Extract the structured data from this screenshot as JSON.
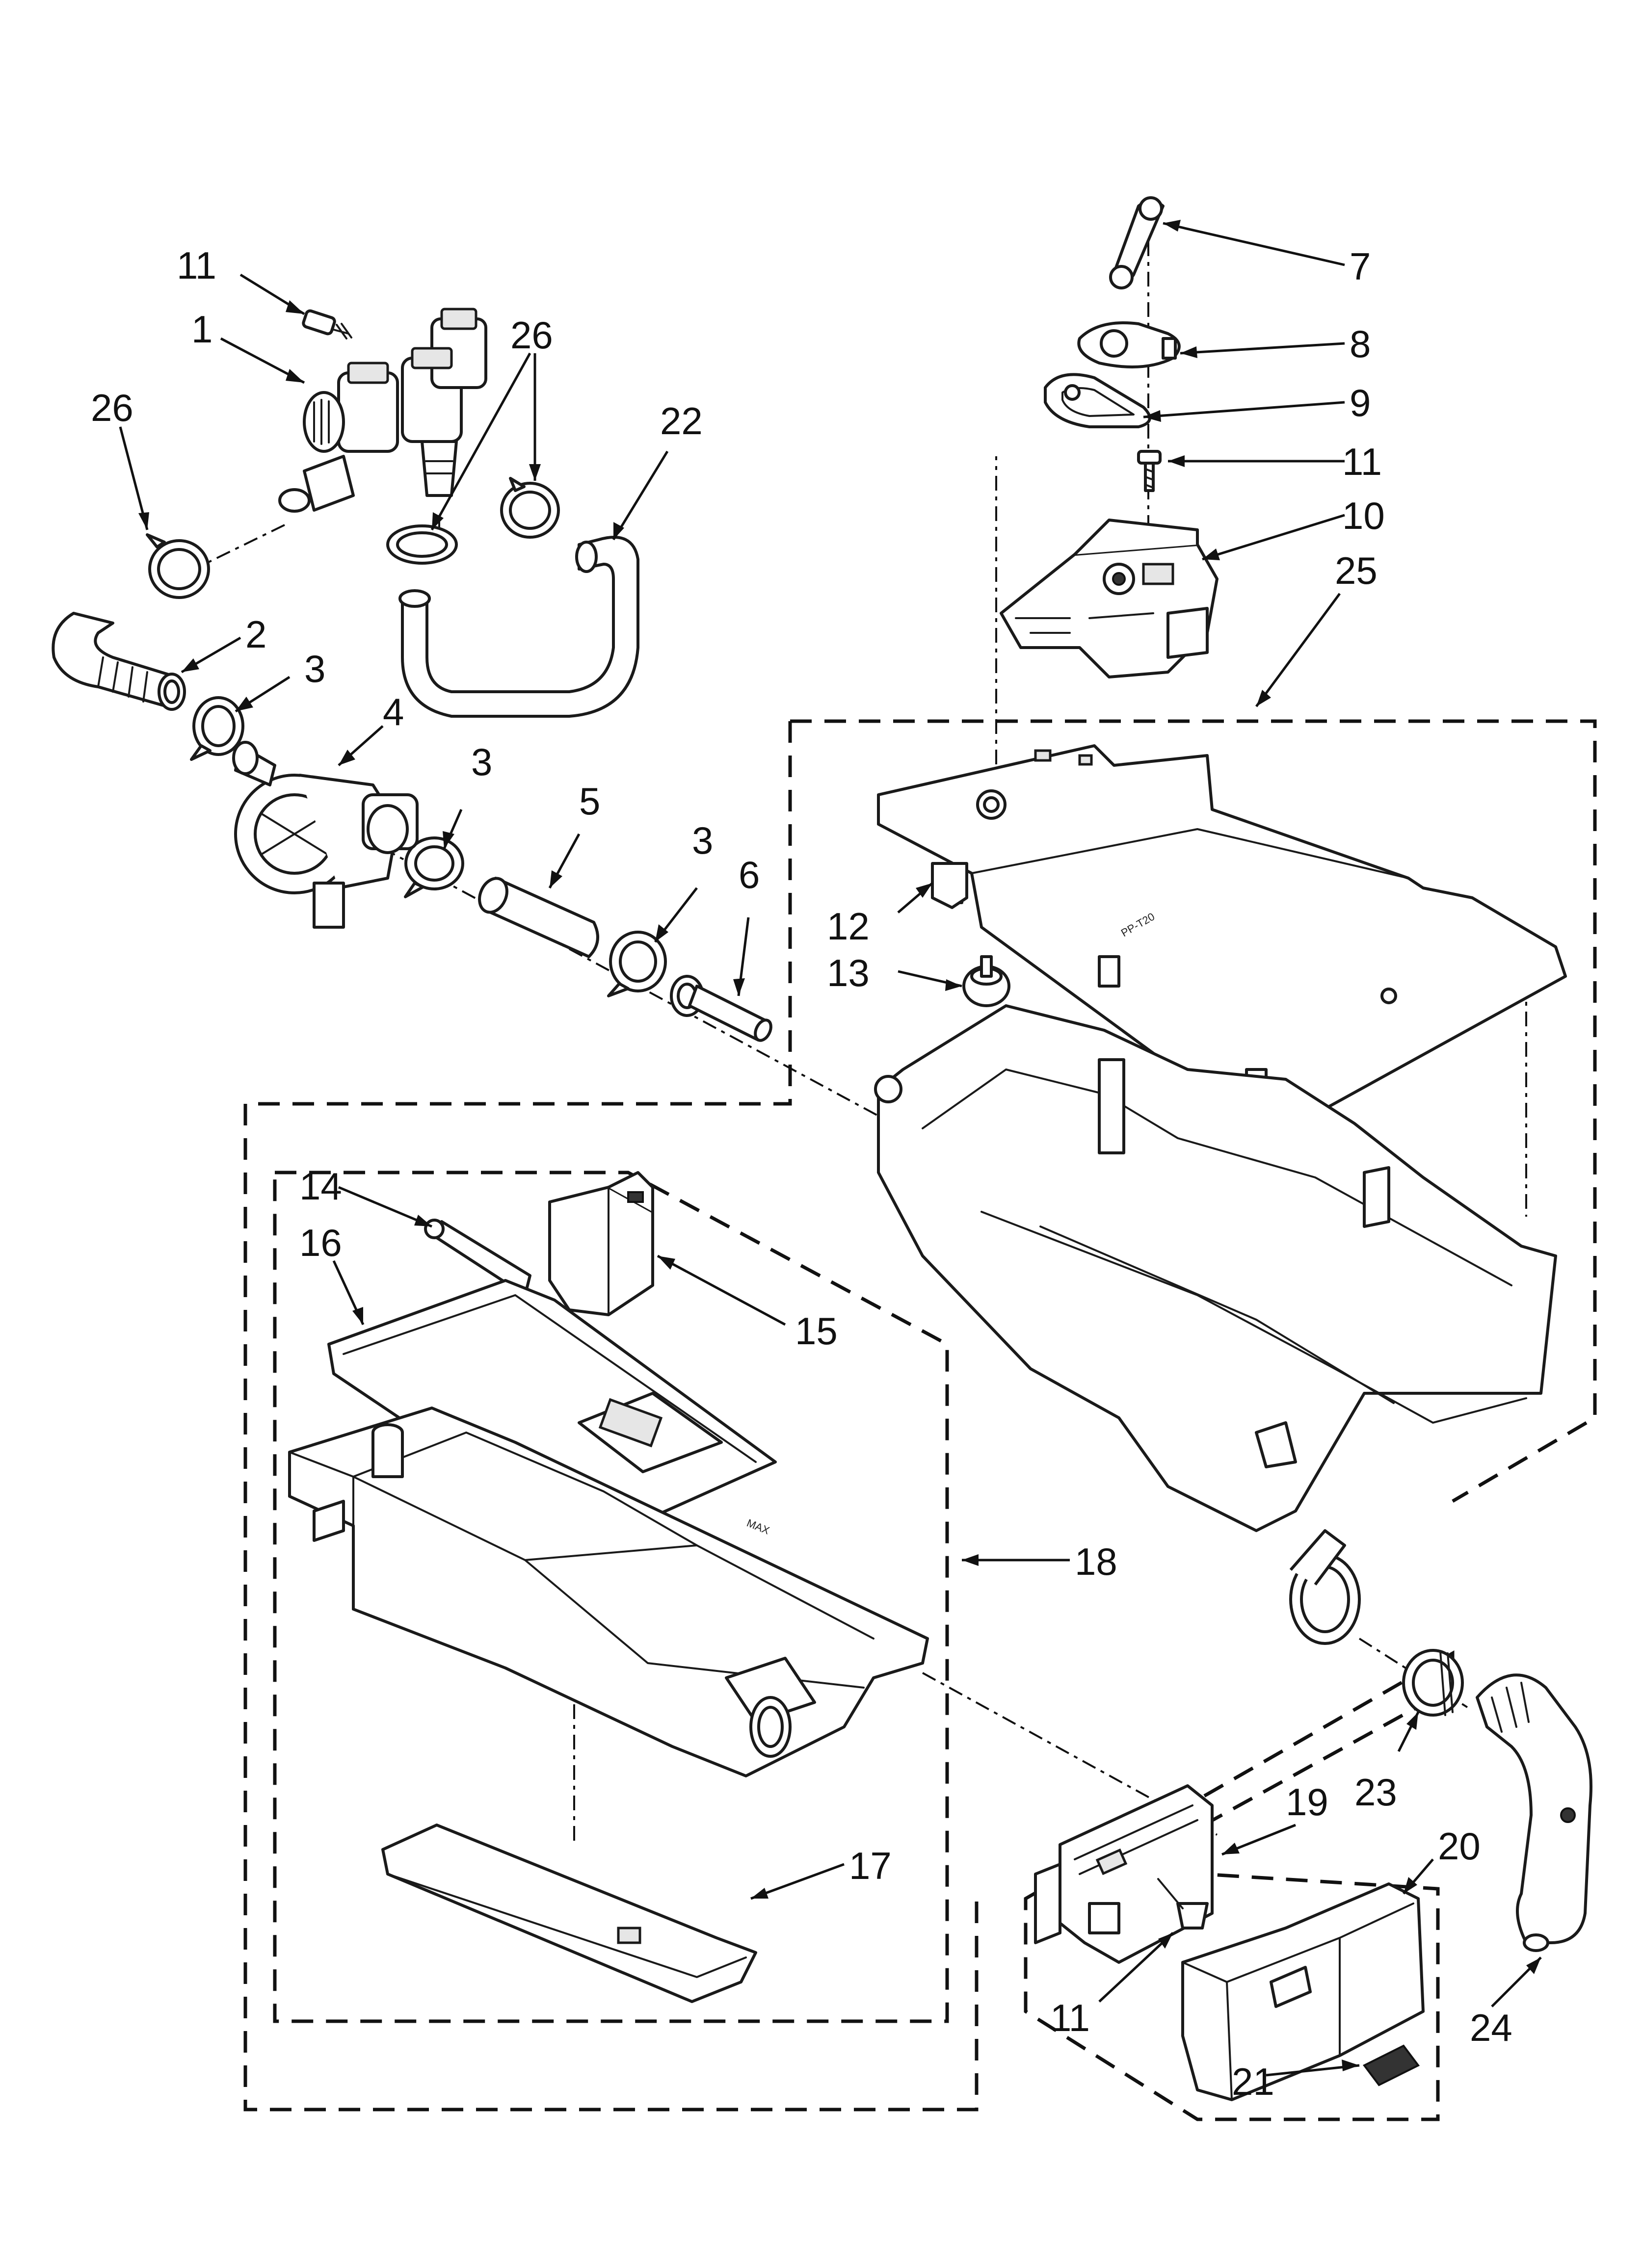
{
  "callouts": {
    "c11_top": "11",
    "c1": "1",
    "c26_left": "26",
    "c26_mid": "26",
    "c22": "22",
    "c2": "2",
    "c3_a": "3",
    "c4": "4",
    "c3_b": "3",
    "c5": "5",
    "c3_c": "3",
    "c6": "6",
    "c7": "7",
    "c8": "8",
    "c9": "9",
    "c11_right": "11",
    "c10": "10",
    "c25": "25",
    "c12": "12",
    "c13": "13",
    "c14": "14",
    "c16": "16",
    "c15": "15",
    "c18": "18",
    "c19": "19",
    "c23": "23",
    "c20": "20",
    "c17": "17",
    "c11_bottom": "11",
    "c24": "24",
    "c21": "21"
  },
  "molded_text": {
    "drawer_max": "MAX",
    "cover_stamp": "PP-T20"
  },
  "icons": {
    "fastener": "screw-icon",
    "clamp": "hose-clamp-icon"
  }
}
